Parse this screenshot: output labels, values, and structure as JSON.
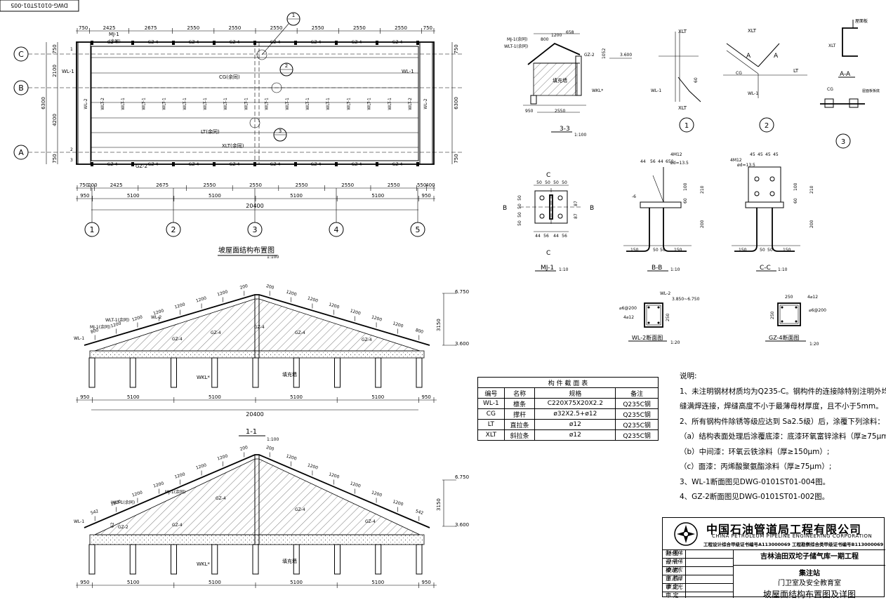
{
  "drawing_no": "DWG-0101ST01-005",
  "plan": {
    "title": "坡屋面结构布置图",
    "scale": "1:100",
    "axis_rows": [
      "C",
      "B",
      "A"
    ],
    "axis_cols": [
      "1",
      "2",
      "3",
      "4",
      "5"
    ],
    "top_dims": [
      "750",
      "2425",
      "2675",
      "2550",
      "2550",
      "2550",
      "2550",
      "2550",
      "2550",
      "750"
    ],
    "bottom_dims": [
      "750",
      "200",
      "2425",
      "2675",
      "2550",
      "2550",
      "2550",
      "2550",
      "2550",
      "550",
      "400"
    ],
    "bay_dims": [
      "950",
      "5100",
      "5100",
      "5100",
      "5100",
      "950"
    ],
    "total": "20400",
    "left_dims": [
      "750",
      "2100",
      "4200",
      "750"
    ],
    "left_total": "6300",
    "right_dims": [
      "750",
      "6300",
      "750"
    ],
    "labels": {
      "mj": "MJ-1",
      "mj_note": "(余同)",
      "gz4": "GZ-4",
      "gz2": "GZ-2",
      "wl1": "WL-1",
      "wl2": "WL-2",
      "wlt1": "WLT-1",
      "wlt2": "WLT-2",
      "cg": "CG(余同)",
      "lt": "LT(余同)",
      "xlt": "XLT(余同)",
      "n1": "1",
      "n2": "2",
      "n3": "3"
    },
    "marks": [
      "1",
      "2",
      "3"
    ]
  },
  "sec33": {
    "title": "3-3",
    "scale": "1:100",
    "dims": [
      "800",
      "1200",
      "658",
      "950",
      "2550",
      "1052"
    ],
    "labels": [
      "MJ-1(余同)",
      "WLT-1(余同)",
      "GZ-2",
      "填充墙",
      "WKL*",
      "3.600"
    ]
  },
  "node1": {
    "mark": "1",
    "labels": [
      "XLT",
      "WL-1",
      "XLT",
      "60",
      "60"
    ]
  },
  "node2": {
    "mark": "2",
    "labels": [
      "XLT",
      "A",
      "A",
      "CG",
      "LT",
      "WL-1",
      "60",
      "60",
      "60"
    ]
  },
  "node3": {
    "mark": "3",
    "title": "A-A",
    "labels": [
      "屋面板",
      "XLT",
      "CG",
      "屋面板板底"
    ]
  },
  "mj1": {
    "title": "MJ-1",
    "scale": "1:10",
    "cut": "C",
    "bb": "B",
    "dims": [
      "50",
      "50",
      "50",
      "50",
      "44",
      "56",
      "44",
      "56",
      "87",
      "87",
      "50",
      "50",
      "50",
      "50"
    ]
  },
  "bb": {
    "title": "B-B",
    "scale": "1:10",
    "dims": [
      "44",
      "56",
      "44",
      "650",
      "4M12",
      "ød=13.5",
      "-6",
      "210",
      "100",
      "60",
      "200",
      "150",
      "50",
      "50",
      "150"
    ]
  },
  "cc": {
    "title": "C-C",
    "scale": "1:10",
    "dims": [
      "4M12",
      "ød=13.5",
      "45",
      "45",
      "45",
      "45",
      "210",
      "100",
      "60",
      "200",
      "150",
      "50",
      "50",
      "150"
    ]
  },
  "wl2": {
    "title": "WL-2断面图",
    "scale": "1:20",
    "labels": [
      "WL-2",
      "3.850~6.750",
      "⌀6@200",
      "4⌀12",
      "250",
      "250"
    ]
  },
  "gz4": {
    "title": "GZ-4断面图",
    "scale": "1:20",
    "labels": [
      "250",
      "4⌀12",
      "⌀6@200",
      "250"
    ]
  },
  "sec11": {
    "title": "1-1",
    "scale": "1:100",
    "elev_top": "6.750",
    "elev_low": "3.600",
    "height": "3150",
    "panels": [
      "800",
      "1200",
      "1200",
      "1200",
      "1200",
      "1200",
      "1200",
      "200",
      "200",
      "1200",
      "1200",
      "1200",
      "1200",
      "1200",
      "1200",
      "800"
    ],
    "labels": [
      "MJ-1(余同)",
      "WLT-1(余同)",
      "WL-2",
      "GZ-4",
      "GZ-4",
      "GZ-4",
      "GZ-4",
      "GZ-4",
      "WL-1",
      "WKL*",
      "填充墙"
    ],
    "dims": [
      "950",
      "5100",
      "5100",
      "5100",
      "5100",
      "950"
    ],
    "total": "20400"
  },
  "sec22": {
    "elev_top": "6.750",
    "elev_low": "3.600",
    "height": "3150",
    "panels": [
      "542",
      "1200",
      "1200",
      "1200",
      "1200",
      "1200",
      "1200",
      "200",
      "200",
      "1200",
      "1200",
      "1200",
      "1200",
      "1200",
      "1200",
      "542"
    ],
    "labels": [
      "WLT-1(余同)",
      "MJ-1(余同)",
      "GZ-2",
      "GZ-4",
      "GZ-4",
      "GZ-4",
      "GZ-4",
      "WL-1",
      "WKL*",
      "填充墙",
      "62"
    ],
    "dims": [
      "950",
      "5100",
      "5100",
      "5100",
      "5100",
      "950"
    ]
  },
  "member_table": {
    "title": "构 件 截 面 表",
    "headers": [
      "编号",
      "名称",
      "规格",
      "备注"
    ],
    "rows": [
      [
        "WL-1",
        "檩条",
        "C220X75X20X2.2",
        "Q235C钢"
      ],
      [
        "CG",
        "撑杆",
        "ø32X2.5+ø12",
        "Q235C钢"
      ],
      [
        "LT",
        "直拉条",
        "ø12",
        "Q235C钢"
      ],
      [
        "XLT",
        "斜拉条",
        "ø12",
        "Q235C钢"
      ]
    ]
  },
  "notes": {
    "title": "说明:",
    "items": [
      "1、未注明钢材材质均为Q235-C。钢构件的连接除特别注明外均为角焊",
      "    缝满焊连接，焊缝高度不小于最薄母材厚度，且不小于5mm。",
      "2、所有钢构件除锈等级应达到 Sa2.5级）后，涂覆下列涂料：",
      "  （a）结构表面处理后涂覆底漆：底漆环氧富锌涂料（厚≥75μm）;",
      "  （b）中间漆：环氧云铁涂料（厚≥150μm）;",
      "  （c）面漆：丙烯酸聚氨酯涂料（厚≥75μm）;",
      "3、WL-1断面图见DWG-0101ST01-004图。",
      "4、GZ-2断面图见DWG-0101ST01-002图。"
    ]
  },
  "title_block": {
    "company_cn": "中国石油管道局工程有限公司",
    "company_en": "CHINA PETROLEUM PIPELINE ENGINEERING CORPORATION",
    "cert": "工程设计综合甲级证书编号A113000069  工程勘察综合类甲级证书编号B113000069",
    "project": "吉林油田双坨子储气库一期工程",
    "sub1": "集注站",
    "sub2": "门卫室及安全教育室",
    "sub3": "坡屋面结构布置图及详图",
    "roles": [
      "制  图",
      "设  计",
      "校  对",
      "审  核",
      "审  定",
      "审  定"
    ],
    "signatures": [
      "孙伟伟",
      "孙伟伟",
      "秦建东",
      "王正峰",
      "李立光",
      ""
    ]
  }
}
